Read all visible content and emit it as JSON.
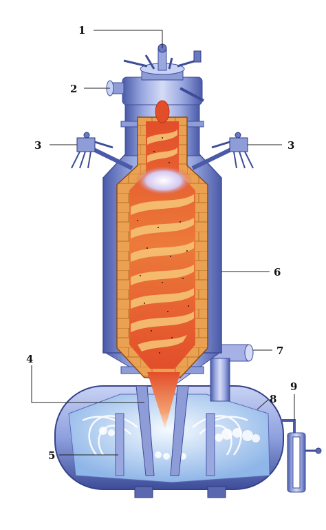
{
  "diagram": {
    "callouts": [
      {
        "id": "c1",
        "text": "1"
      },
      {
        "id": "c2",
        "text": "2"
      },
      {
        "id": "c3a",
        "text": "3"
      },
      {
        "id": "c3b",
        "text": "3"
      },
      {
        "id": "c4",
        "text": "4"
      },
      {
        "id": "c5",
        "text": "5"
      },
      {
        "id": "c6",
        "text": "6"
      },
      {
        "id": "c7",
        "text": "7"
      },
      {
        "id": "c8",
        "text": "8"
      },
      {
        "id": "c9",
        "text": "9"
      }
    ],
    "colors": {
      "shell": "#8f9fd8",
      "shell_dark": "#4a5aa8",
      "refractory": "#e8a050",
      "brick_line": "#c07830",
      "flame": "#e24e2a",
      "flame_light": "#f6c878",
      "water": "#bcd8f4",
      "foam": "#ffffff"
    }
  }
}
